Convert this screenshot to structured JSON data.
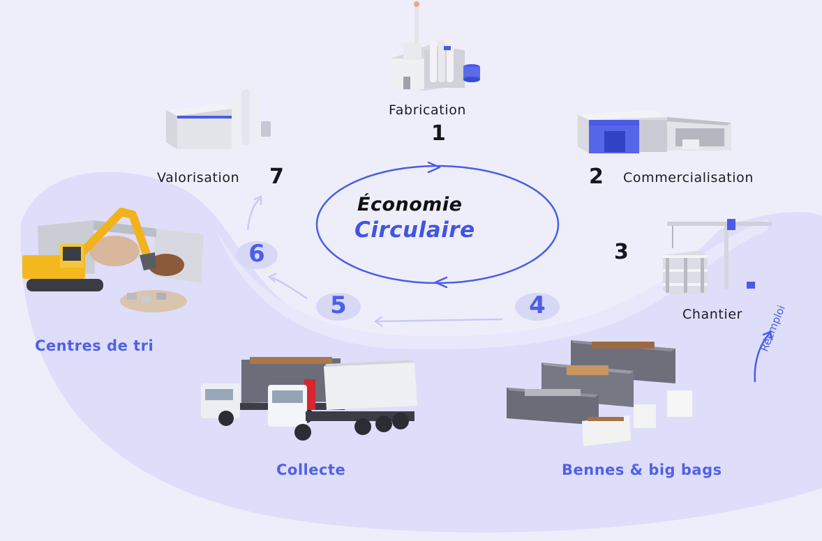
{
  "center": {
    "line1": "Économie",
    "line2": "Circulaire"
  },
  "steps": [
    {
      "number": "1",
      "label": "Fabrication"
    },
    {
      "number": "2",
      "label": "Commercialisation"
    },
    {
      "number": "3",
      "label": "Chantier"
    },
    {
      "number": "4",
      "label": "Bennes & big bags"
    },
    {
      "number": "5",
      "label": "Collecte"
    },
    {
      "number": "6",
      "label": "Centres de tri"
    },
    {
      "number": "7",
      "label": "Valorisation"
    }
  ],
  "reemploi": "Réemploi",
  "colors": {
    "accent": "#4a5ce6",
    "background": "#eeeefb",
    "swoosh": "#dfdffa",
    "text": "#1b1b22"
  },
  "icons": [
    "factory-icon",
    "warehouse-icon",
    "construction-site-icon",
    "skips-and-bags-icon",
    "trucks-icon",
    "excavator-sorting-icon",
    "recycling-plant-icon"
  ]
}
